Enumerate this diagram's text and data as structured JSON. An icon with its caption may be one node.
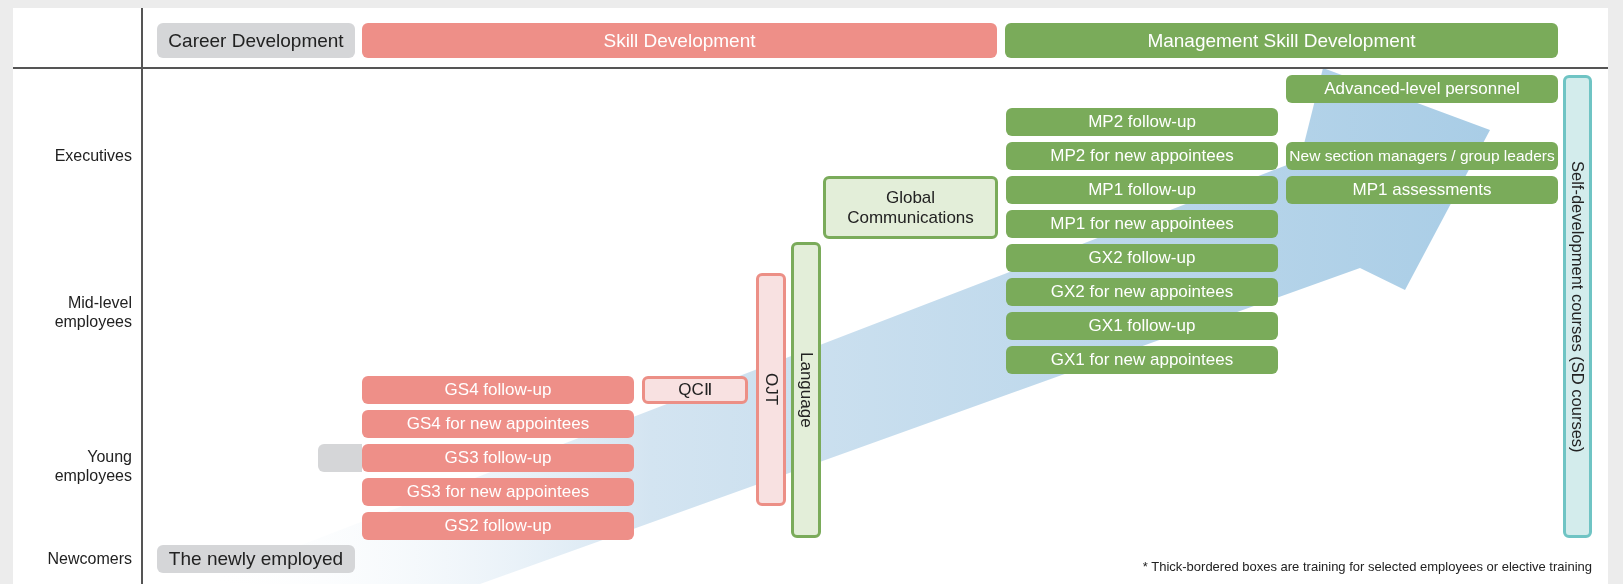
{
  "diagram": {
    "nodes": [
      {
        "text": [
          "Career Development"
        ]
      },
      {
        "text": [
          "Skill Development"
        ]
      },
      {
        "text": [
          "Management Skill Development"
        ]
      },
      {
        "text": [
          "Advanced-level personnel"
        ]
      },
      {
        "text": [
          "Self-development courses (SD courses)"
        ]
      },
      {
        "text": [
          "MP2 follow-up"
        ]
      },
      {
        "text": [
          "MP2 for new appointees"
        ]
      },
      {
        "text": [
          "New section managers / group leaders"
        ]
      },
      {
        "text": [
          "MP1 follow-up"
        ]
      },
      {
        "text": [
          "MP1 assessments"
        ]
      },
      {
        "text": [
          "Global Communications"
        ]
      },
      {
        "text": [
          "MP1 for new appointees"
        ]
      },
      {
        "text": [
          "Language"
        ]
      },
      {
        "text": [
          "GX2 follow-up"
        ]
      },
      {
        "text": [
          "OJT"
        ]
      },
      {
        "text": [
          "GX2 for new appointees"
        ]
      },
      {
        "text": [
          "GX1 follow-up"
        ]
      },
      {
        "text": [
          "GX1 for new appointees"
        ]
      },
      {
        "text": [
          "GS4 follow-up"
        ]
      },
      {
        "text": [
          "QCⅡ"
        ]
      },
      {
        "text": [
          "GS4 for new appointees"
        ]
      },
      {
        "text": [],
        "shape": "bar"
      },
      {
        "text": [
          "GS3 follow-up"
        ]
      },
      {
        "text": [
          "GS3 for new appointees"
        ]
      },
      {
        "text": [
          "GS2 follow-up"
        ]
      },
      {
        "text": [
          "The newly employed"
        ]
      }
    ],
    "labels": [
      "Executives",
      "Mid-level employees",
      "Young employees",
      "Newcomers",
      "* Thick-bordered boxes are training for selected employees or elective training"
    ]
  }
}
